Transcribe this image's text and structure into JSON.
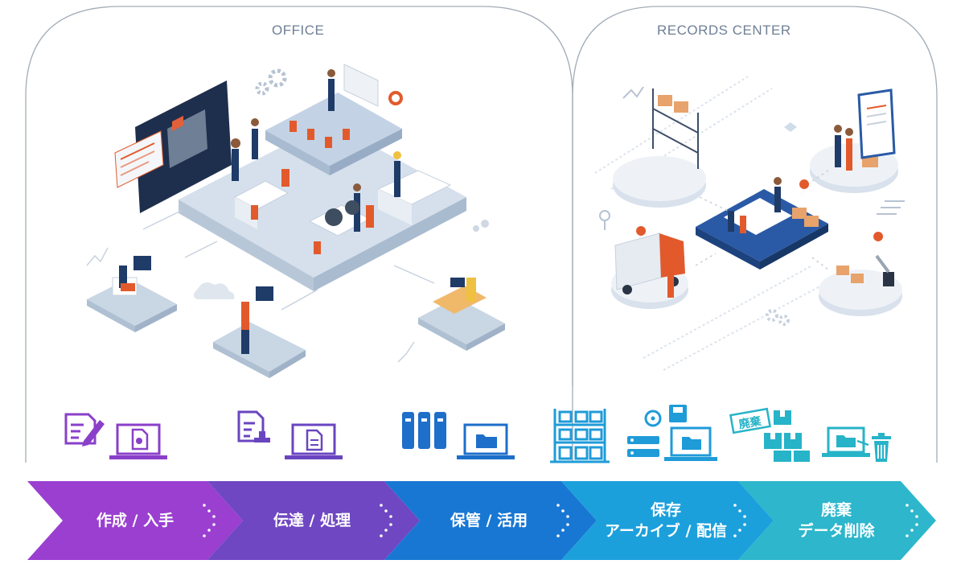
{
  "zones": {
    "office_label": "OFFICE",
    "records_label": "RECORDS CENTER"
  },
  "doc_icon_text": "廃棄",
  "steps": [
    {
      "line1": "作成 / 入手",
      "line2": "",
      "color": "#9a3fd0"
    },
    {
      "line1": "伝達 / 処理",
      "line2": "",
      "color": "#6f47c2"
    },
    {
      "line1": "保管 / 活用",
      "line2": "",
      "color": "#1877d3"
    },
    {
      "line1": "保存",
      "line2": "アーカイブ / 配信",
      "color": "#1ca0dc"
    },
    {
      "line1": "廃棄",
      "line2": "データ削除",
      "color": "#2db6cc"
    }
  ],
  "colors": {
    "purple": "#8a3fc9",
    "violet": "#6a45c0",
    "blue": "#1d6fc9",
    "sky": "#1f9bd8",
    "teal": "#27b3c8",
    "frame": "#9aa3ad",
    "platform": "#c9d6e4",
    "navy": "#1f3b68",
    "orange": "#e25a2c"
  },
  "icons": [
    "document-edit-icon",
    "laptop-approve-icon",
    "document-stamp-icon",
    "laptop-document-icon",
    "binders-icon",
    "laptop-folder-icon",
    "shelving-icon",
    "media-storage-icon",
    "laptop-folder-icon",
    "disposal-boxes-icon",
    "laptop-trash-icon"
  ]
}
